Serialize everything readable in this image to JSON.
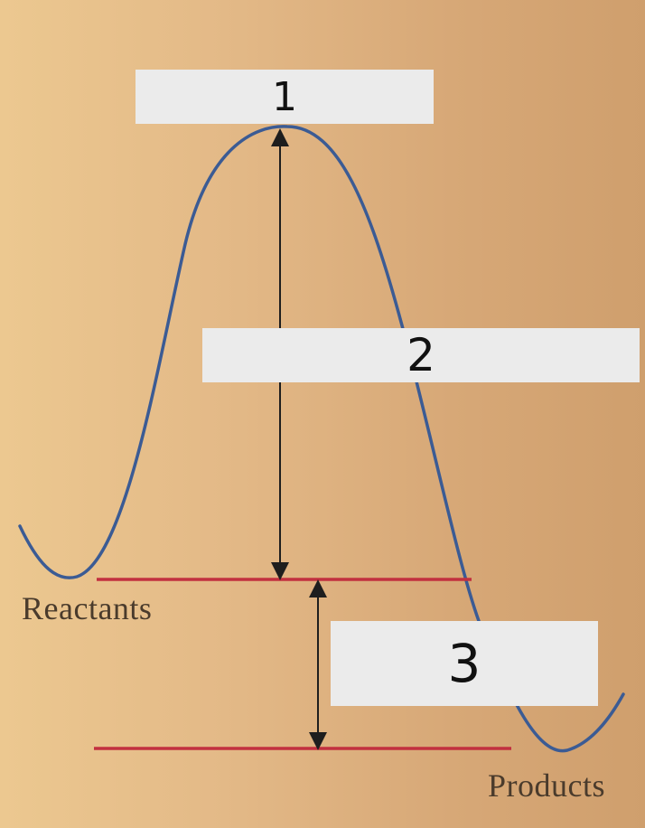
{
  "labels": {
    "reactants": "Reactants",
    "products": "Products"
  },
  "boxes": [
    {
      "id": "1",
      "text": "1"
    },
    {
      "id": "2",
      "text": "2"
    },
    {
      "id": "3",
      "text": "3"
    }
  ],
  "colors": {
    "curve": "#3b5b94",
    "level_line": "#c2303f",
    "arrow": "#1e1e1e",
    "box_fill": "#ebebeb"
  }
}
